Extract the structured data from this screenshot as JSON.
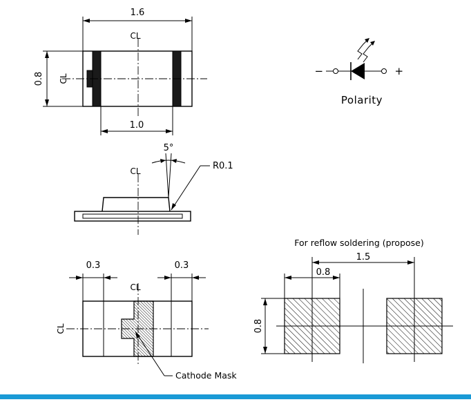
{
  "top_view": {
    "width_dim": "1.6",
    "height_dim": "0.8",
    "terminal_dim": "1.0",
    "centerline": "CL"
  },
  "side_view": {
    "angle_dim": "5°",
    "radius_dim": "R0.1",
    "centerline": "CL"
  },
  "bottom_view": {
    "left_pad_dim": "0.3",
    "right_pad_dim": "0.3",
    "centerline": "CL",
    "cathode_label": "Cathode Mask"
  },
  "polarity": {
    "minus": "−",
    "plus": "+",
    "label": "Polarity"
  },
  "soldering": {
    "title": "For reflow soldering (propose)",
    "pitch_dim": "1.5",
    "pad_width_dim": "0.8",
    "pad_height_dim": "0.8"
  },
  "colors": {
    "bottom_bar": "#1a9ad6",
    "ink": "#000000"
  }
}
